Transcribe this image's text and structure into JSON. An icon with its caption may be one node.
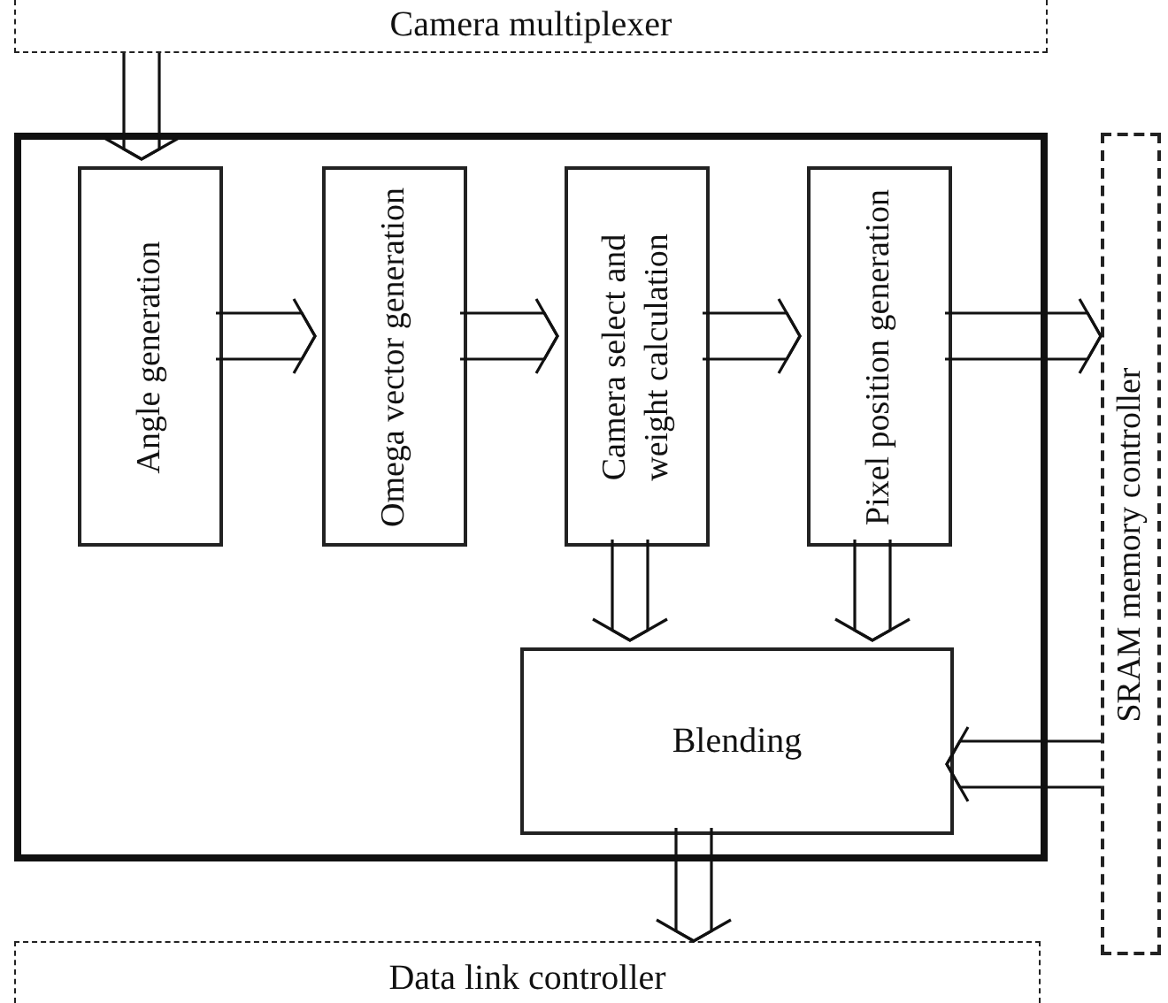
{
  "diagram": {
    "nodes": [
      {
        "text": [
          "Camera multiplexer"
        ]
      },
      {
        "text": [],
        "shape": "box"
      },
      {
        "text": [
          "Angle generation"
        ],
        "in": 1
      },
      {
        "text": [
          "Omega vector generation"
        ],
        "in": 1
      },
      {
        "text": [
          "Camera select and weight calculation"
        ],
        "in": 1
      },
      {
        "text": [
          "Pixel position generation"
        ],
        "in": 1
      },
      {
        "text": [
          "Blending"
        ],
        "in": 1
      },
      {
        "text": [
          "SRAM memory controller"
        ]
      },
      {
        "text": [
          "Data link controller"
        ]
      }
    ],
    "edges": [
      {
        "from": 0,
        "to": 2,
        "arrow": "to"
      },
      {
        "from": 2,
        "to": 3,
        "arrow": "to"
      },
      {
        "from": 3,
        "to": 4,
        "arrow": "to"
      },
      {
        "from": 4,
        "to": 5,
        "arrow": "to"
      },
      {
        "from": 5,
        "to": 7,
        "arrow": "to"
      },
      {
        "from": 4,
        "to": 6,
        "arrow": "to"
      },
      {
        "from": 5,
        "to": 6,
        "arrow": "to"
      },
      {
        "from": 7,
        "to": 6,
        "arrow": "to"
      },
      {
        "from": 6,
        "to": 8,
        "arrow": "to"
      }
    ]
  }
}
